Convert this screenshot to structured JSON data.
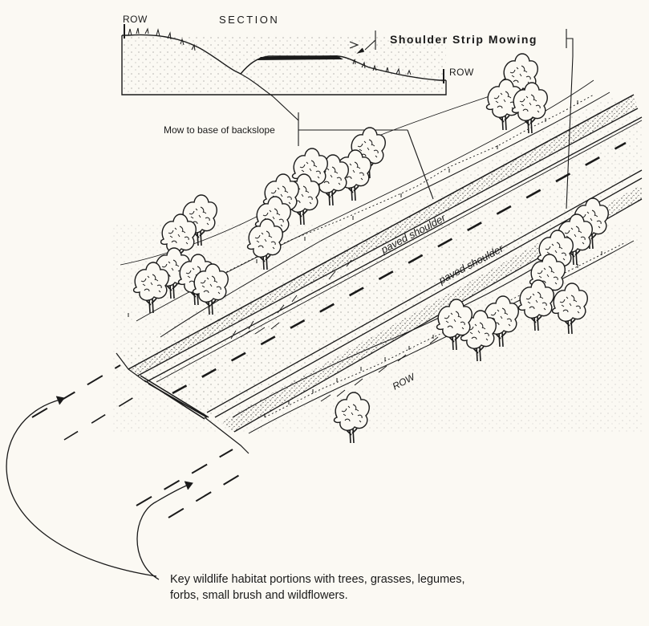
{
  "section": {
    "title": "SECTION",
    "row_left": "ROW",
    "row_right": "ROW"
  },
  "callouts": {
    "shoulder_strip_mowing": "Shoulder Strip Mowing",
    "mow_to_base": "Mow to base of backslope"
  },
  "road_labels": {
    "paved_shoulder_upper": "paved shoulder",
    "paved_shoulder_lower": "paved shoulder",
    "row_lower": "ROW"
  },
  "caption": "Key wildlife habitat portions with trees, grasses, legumes, forbs, small brush and wildflowers.",
  "colors": {
    "ink": "#1a1a1a",
    "paper": "#fbf9f3"
  }
}
